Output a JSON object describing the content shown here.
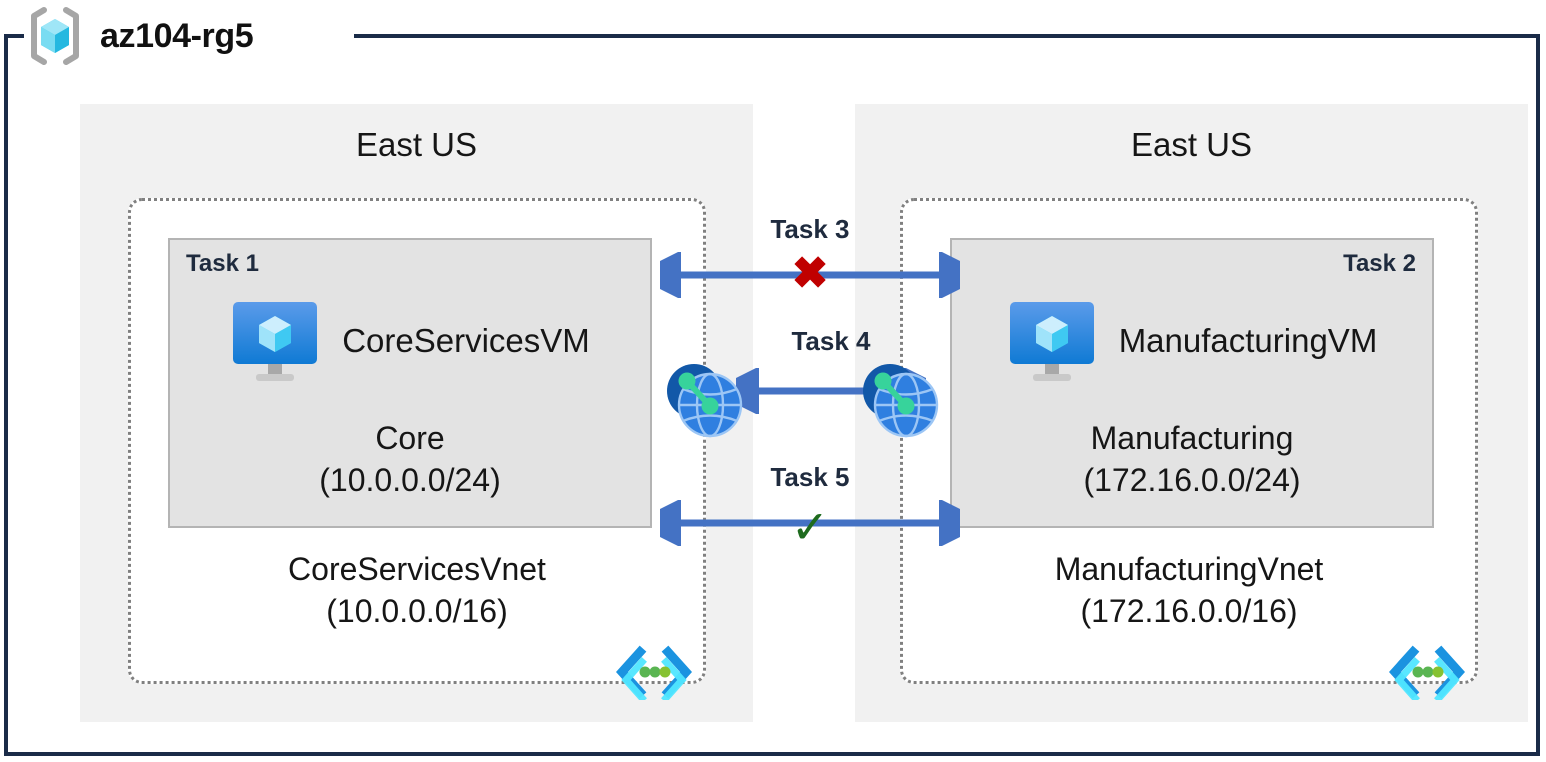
{
  "resource_group": {
    "name": "az104-rg5",
    "icon": "azure-resource-group-cube-icon"
  },
  "regions": [
    {
      "id": "left",
      "label": "East US",
      "vnet": {
        "name": "CoreServicesVnet",
        "cidr": "(10.0.0.0/16)",
        "icon": "vnet-globe-icon",
        "corner_icon": "subnet-chevron-dots-icon"
      },
      "subnet": {
        "task_label": "Task 1",
        "task_align": "left",
        "vm": {
          "name": "CoreServicesVM",
          "icon": "virtual-machine-monitor-icon"
        },
        "name": "Core",
        "cidr": "(10.0.0.0/24)"
      }
    },
    {
      "id": "right",
      "label": "East US",
      "vnet": {
        "name": "ManufacturingVnet",
        "cidr": "(172.16.0.0/16)",
        "icon": "vnet-globe-icon",
        "corner_icon": "subnet-chevron-dots-icon"
      },
      "subnet": {
        "task_label": "Task 2",
        "task_align": "right",
        "vm": {
          "name": "ManufacturingVM",
          "icon": "virtual-machine-monitor-icon"
        },
        "name": "Manufacturing",
        "cidr": "(172.16.0.0/24)"
      }
    }
  ],
  "connectors": [
    {
      "id": "task3",
      "label": "Task 3",
      "marker": "✖",
      "marker_kind": "red-x",
      "direction": "bidirectional"
    },
    {
      "id": "task4",
      "label": "Task 4",
      "marker": "",
      "marker_kind": "none",
      "direction": "bidirectional"
    },
    {
      "id": "task5",
      "label": "Task 5",
      "marker": "✓",
      "marker_kind": "green-check",
      "direction": "bidirectional"
    }
  ],
  "colors": {
    "frame_border": "#1a2b48",
    "region_fill": "#f1f1f1",
    "vnet_border": "#808080",
    "subnet_fill": "#e3e3e3",
    "subnet_border": "#b4b4b4",
    "arrow_blue": "#4472c4",
    "mark_red": "#c00000",
    "mark_green": "#1e6b1e",
    "text_dark": "#1f2b3e",
    "vm_icon_blue": "#0f7ad4",
    "globe_blue": "#1b6ec2",
    "globe_node_green": "#37d39b"
  }
}
